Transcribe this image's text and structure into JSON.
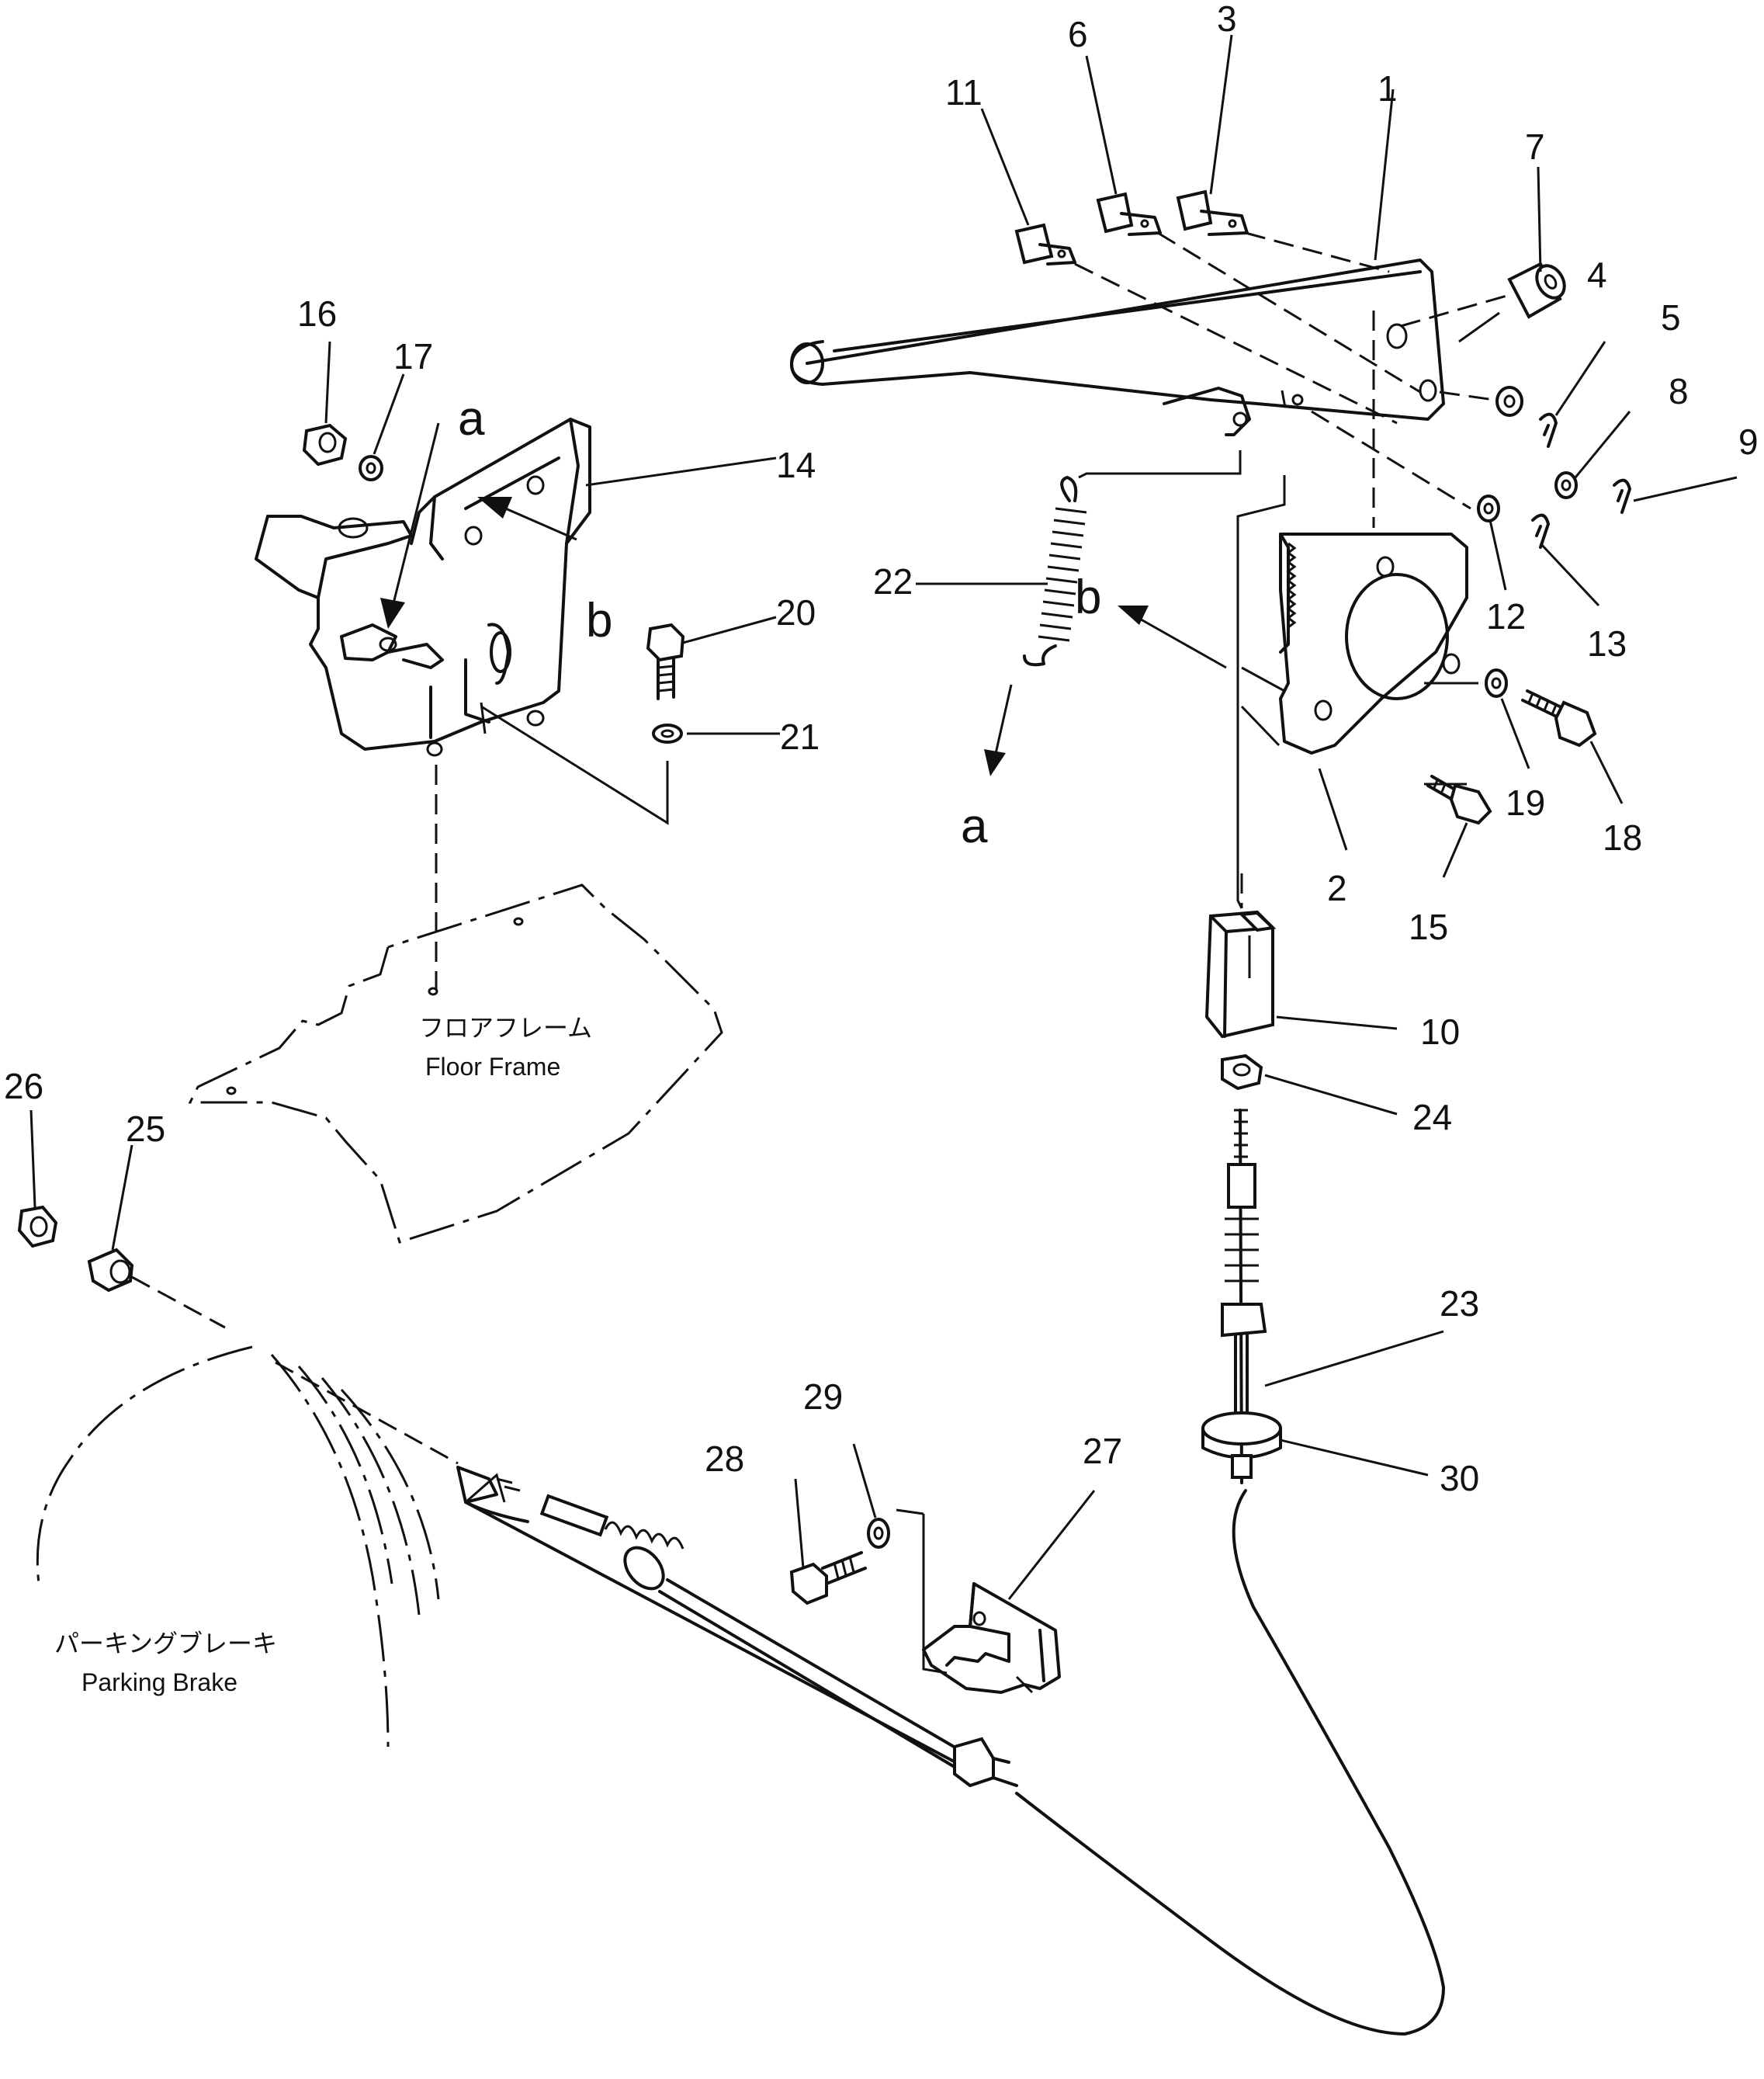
{
  "part_numbers": {
    "p1": "1",
    "p2": "2",
    "p3": "3",
    "p4": "4",
    "p5": "5",
    "p6": "6",
    "p7": "7",
    "p8": "8",
    "p9": "9",
    "p10": "10",
    "p11": "11",
    "p12": "12",
    "p13": "13",
    "p14": "14",
    "p15": "15",
    "p16": "16",
    "p17": "17",
    "p18": "18",
    "p19": "19",
    "p20": "20",
    "p21": "21",
    "p22": "22",
    "p23": "23",
    "p24": "24",
    "p25": "25",
    "p26": "26",
    "p27": "27",
    "p28": "28",
    "p29": "29",
    "p30": "30"
  },
  "reference_marks": {
    "a_bracket": "a",
    "b_bracket": "b",
    "a_spring": "a",
    "b_quadrant": "b"
  },
  "captions": {
    "floor_frame_jp": "フロアフレーム",
    "floor_frame_en": "Floor Frame",
    "parking_brake_jp": "パーキングブレーキ",
    "parking_brake_en": "Parking Brake"
  }
}
